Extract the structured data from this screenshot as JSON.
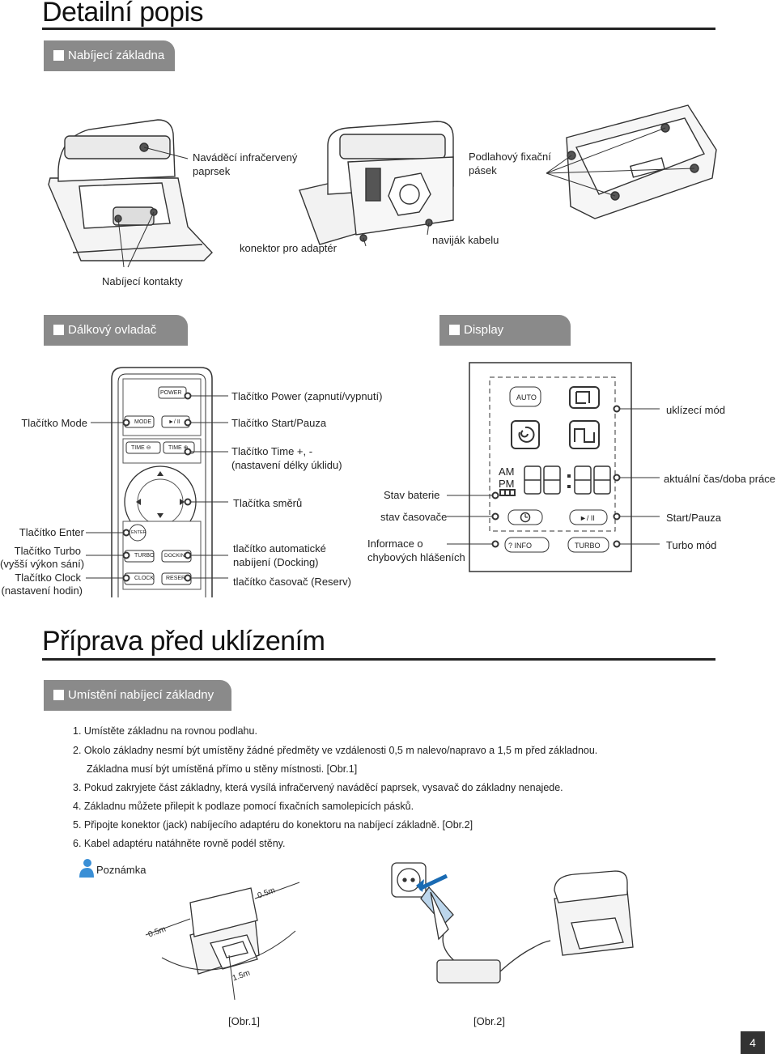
{
  "section1": {
    "title": "Detailní popis",
    "tab_charging_base": "Nabíjecí základna",
    "callouts": {
      "ir_beam": "Naváděcí infračervený paprsek",
      "floor_strip": "Podlahový fixační pásek",
      "adapter_connector": "konektor pro adaptér",
      "cable_reel": "naviják kabelu",
      "charging_contacts": "Nabíjecí kontakty"
    },
    "tab_remote": "Dálkový ovladač",
    "tab_display": "Display"
  },
  "remote": {
    "buttons": {
      "power": "POWER",
      "mode": "MODE",
      "play_pause": "►/ II",
      "time_left": "TIME ⊖",
      "time_right": "TIME ⊕",
      "enter": "ENTER",
      "turbo": "TURBO",
      "docking": "DOCKING",
      "clock": "CLOCK",
      "reserv": "RESERV"
    },
    "labels": {
      "power": "Tlačítko Power (zapnutí/vypnutí)",
      "mode": "Tlačítko Mode",
      "start_pause": "Tlačítko Start/Pauza",
      "time_line1": "Tlačítko Time  +, -",
      "time_line2": "(nastavení délky úklidu)",
      "directions": "Tlačítka směrů",
      "enter": "Tlačítko Enter",
      "turbo_line1": "Tlačítko Turbo",
      "turbo_line2": "(vyšší výkon sání)",
      "clock_line1": "Tlačítko Clock",
      "clock_line2": "(nastavení hodin)",
      "docking_line1": "tlačítko automatické",
      "docking_line2": "nabíjení (Docking)",
      "reserv": "tlačítko časovač (Reserv)"
    }
  },
  "display": {
    "icons": {
      "auto": "AUTO",
      "am": "AM",
      "pm": "PM",
      "info": "? INFO",
      "turbo": "TURBO",
      "play_pause": "►/ II"
    },
    "labels": {
      "cleaning_mode": "uklízecí mód",
      "current_time": "aktuální čas/doba práce",
      "battery": "Stav baterie",
      "timer": "stav časovače",
      "start_pause": "Start/Pauza",
      "error_line1": "Informace o",
      "error_line2": "chybových hlášeních",
      "turbo_mode": "Turbo mód"
    }
  },
  "section2": {
    "title": "Příprava před uklízením",
    "tab_placement": "Umístění nabíjecí základny",
    "steps": [
      "1. Umístěte základnu na rovnou podlahu.",
      "2. Okolo základny nesmí být umístěny žádné předměty ve vzdálenosti 0,5 m nalevo/napravo a 1,5 m před základnou.",
      "Základna musí být umístěná přímo u stěny místnosti. [Obr.1]",
      "3. Pokud zakryjete část základny, která vysílá infračervený naváděcí paprsek, vysavač do základny nenajede.",
      "4. Základnu můžete přilepit k podlaze pomocí fixačních samolepicích pásků.",
      "5. Připojte konektor (jack) nabíjecího adaptéru do konektoru na nabíjecí základně. [Obr.2]",
      "6. Kabel adaptéru natáhněte rovně podél stěny."
    ],
    "note": "Poznámka",
    "fig1": {
      "dist_left": "0.5m",
      "dist_right": "0.5m",
      "dist_front": "1.5m",
      "caption": "[Obr.1]"
    },
    "fig2": {
      "caption": "[Obr.2]"
    }
  },
  "page_number": "4"
}
